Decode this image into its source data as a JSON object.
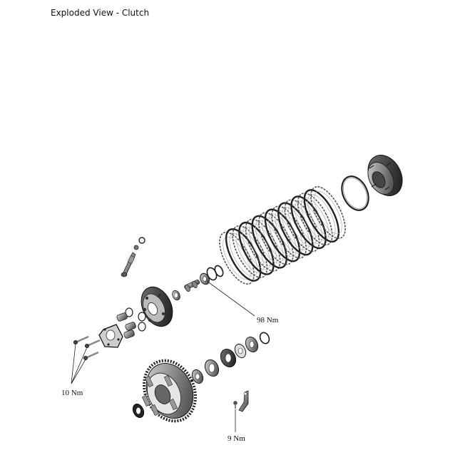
{
  "header": {
    "title": "Exploded View - Clutch"
  },
  "torque_labels": {
    "nut_torque": "98 Nm",
    "screws_torque": "10 Nm",
    "bracket_screw_torque": "9 Nm"
  },
  "colors": {
    "ink": "#1a1a1a",
    "mid_gray": "#6b6b6b",
    "light_gray": "#bdbdbd",
    "background": "#ffffff"
  }
}
